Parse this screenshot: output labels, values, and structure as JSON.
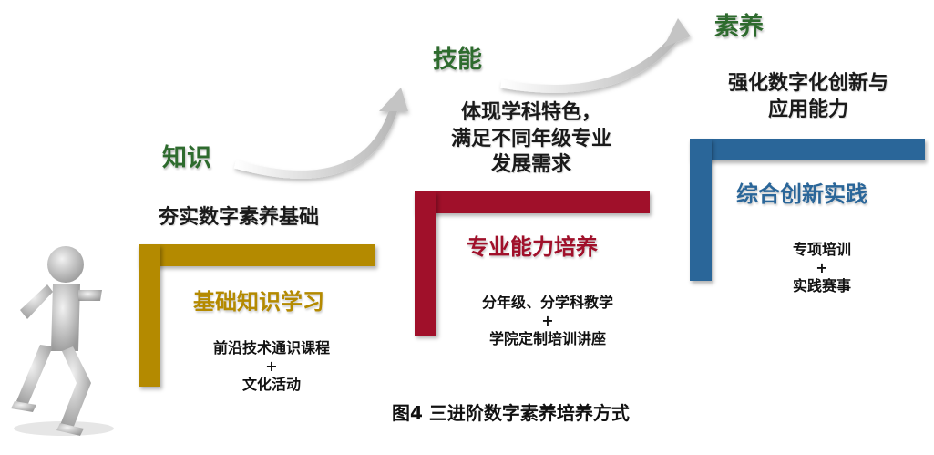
{
  "stages": [
    {
      "level": "知识",
      "goal": "夯实数字素养基础",
      "title": "基础知识学习",
      "content": [
        "前沿技术通识课程",
        "+",
        "文化活动"
      ],
      "color": "#b48a00"
    },
    {
      "level": "技能",
      "goal_lines": [
        "体现学科特色，",
        "满足不同年级专业",
        "发展需求"
      ],
      "title": "专业能力培养",
      "content": [
        "分年级、分学科教学",
        "+",
        "学院定制培训讲座"
      ],
      "color": "#a0102a"
    },
    {
      "level": "素养",
      "goal_lines": [
        "强化数字化创新与",
        "应用能力"
      ],
      "title": "综合创新实践",
      "content": [
        "专项培训",
        "+",
        "实践赛事"
      ],
      "color": "#2a6699"
    }
  ],
  "caption": "图4 三进阶数字素养培养方式"
}
